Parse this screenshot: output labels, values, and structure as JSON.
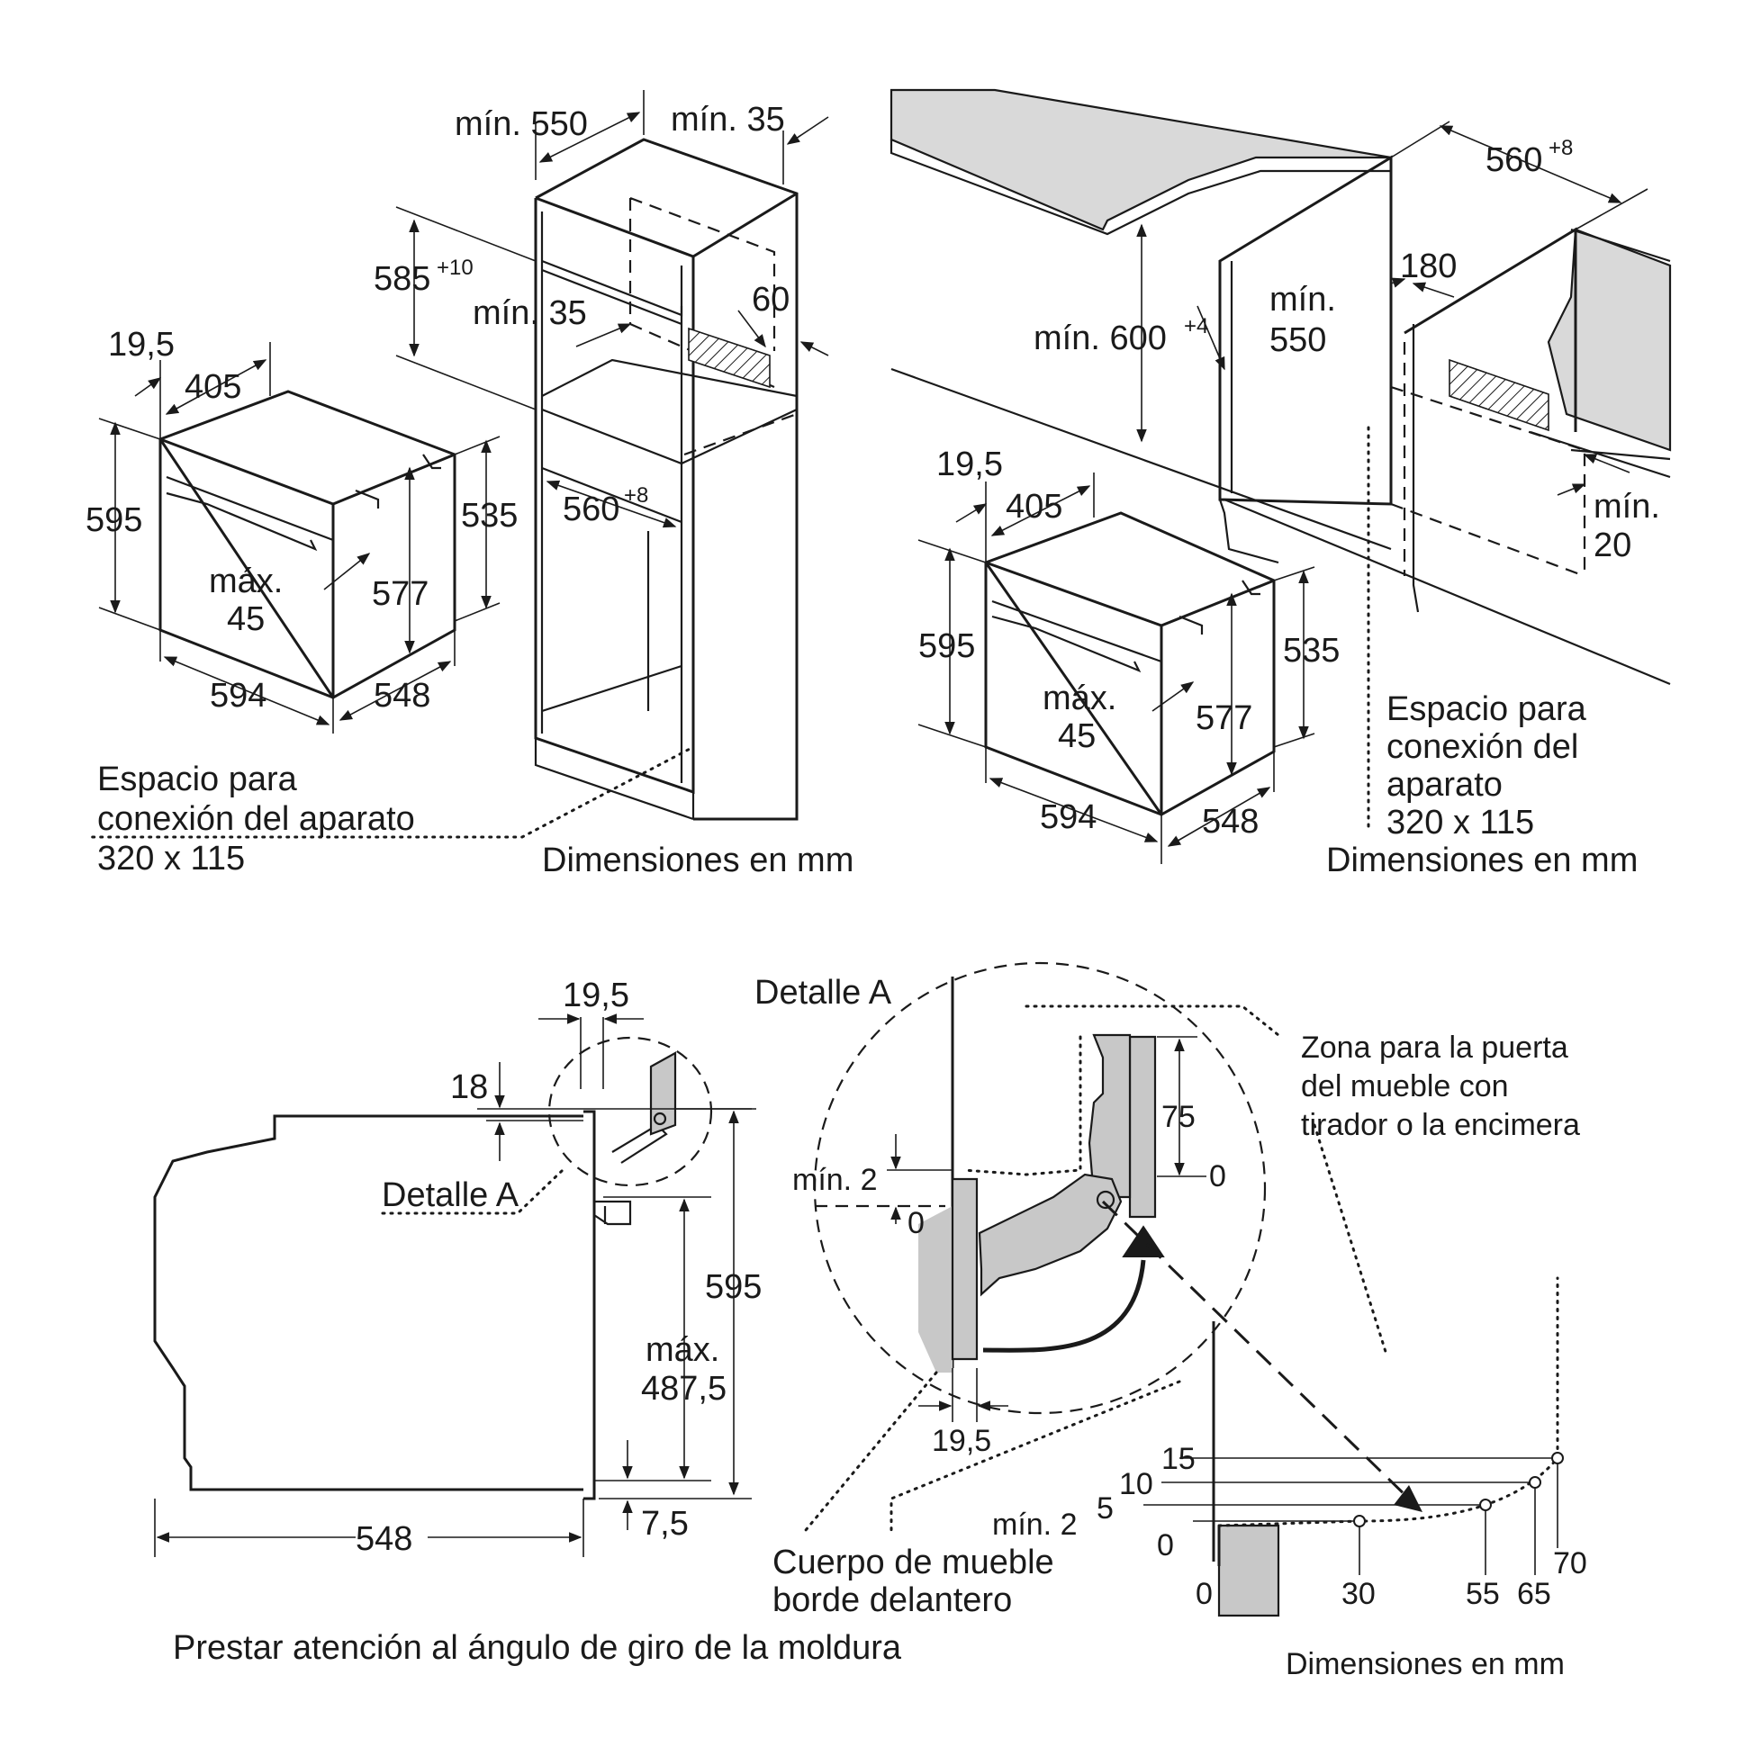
{
  "panel_top_left": {
    "min550": "mín. 550",
    "min35_top": "mín. 35",
    "dim585": "585",
    "sup585": "+10",
    "min35_mid": "mín. 35",
    "dim60": "60",
    "dim560": "560",
    "sup560": "+8",
    "dim19_5": "19,5",
    "dim405": "405",
    "dim595": "595",
    "dim535": "535",
    "max45_line1": "máx.",
    "max45_line2": "45",
    "dim577": "577",
    "dim594": "594",
    "dim548": "548",
    "caption_line1": "Espacio para",
    "caption_line2": "conexión del aparato",
    "caption_line3": "320 x 115",
    "units": "Dimensiones en mm"
  },
  "panel_top_right": {
    "dim560": "560",
    "sup560": "+8",
    "dim180": "180",
    "min_label": "mín.",
    "dim550": "550",
    "min600": "mín. 600",
    "sup600": "+4",
    "dim19_5": "19,5",
    "dim405": "405",
    "min20_line1": "mín.",
    "min20_line2": "20",
    "dim595": "595",
    "dim535": "535",
    "max45_line1": "máx.",
    "max45_line2": "45",
    "dim577": "577",
    "dim594": "594",
    "dim548": "548",
    "caption_line1": "Espacio para",
    "caption_line2": "conexión del",
    "caption_line3": "aparato",
    "caption_line4": "320 x 115",
    "units": "Dimensiones en mm"
  },
  "panel_bottom_left": {
    "dim19_5": "19,5",
    "dim18": "18",
    "detail_label": "Detalle A",
    "dim595": "595",
    "max_line1": "máx.",
    "max_line2": "487,5",
    "dim7_5": "7,5",
    "dim548": "548",
    "note": "Prestar atención al ángulo de giro de la moldura"
  },
  "panel_bottom_right": {
    "detail_title": "Detalle A",
    "zone_line1": "Zona para la puerta",
    "zone_line2": "del mueble con",
    "zone_line3": "tirador o la encimera",
    "min2_top": "mín. 2",
    "zero_a": "0",
    "dim75": "75",
    "zero_b": "0",
    "dim19_5": "19,5",
    "body_line1": "Cuerpo de mueble",
    "body_line2": "borde delantero",
    "y15": "15",
    "y10": "10",
    "y5": "5",
    "min2": "mín. 2",
    "y0": "0",
    "x0": "0",
    "x30": "30",
    "x55": "55",
    "x65": "65",
    "x70": "70",
    "units": "Dimensiones en mm"
  }
}
